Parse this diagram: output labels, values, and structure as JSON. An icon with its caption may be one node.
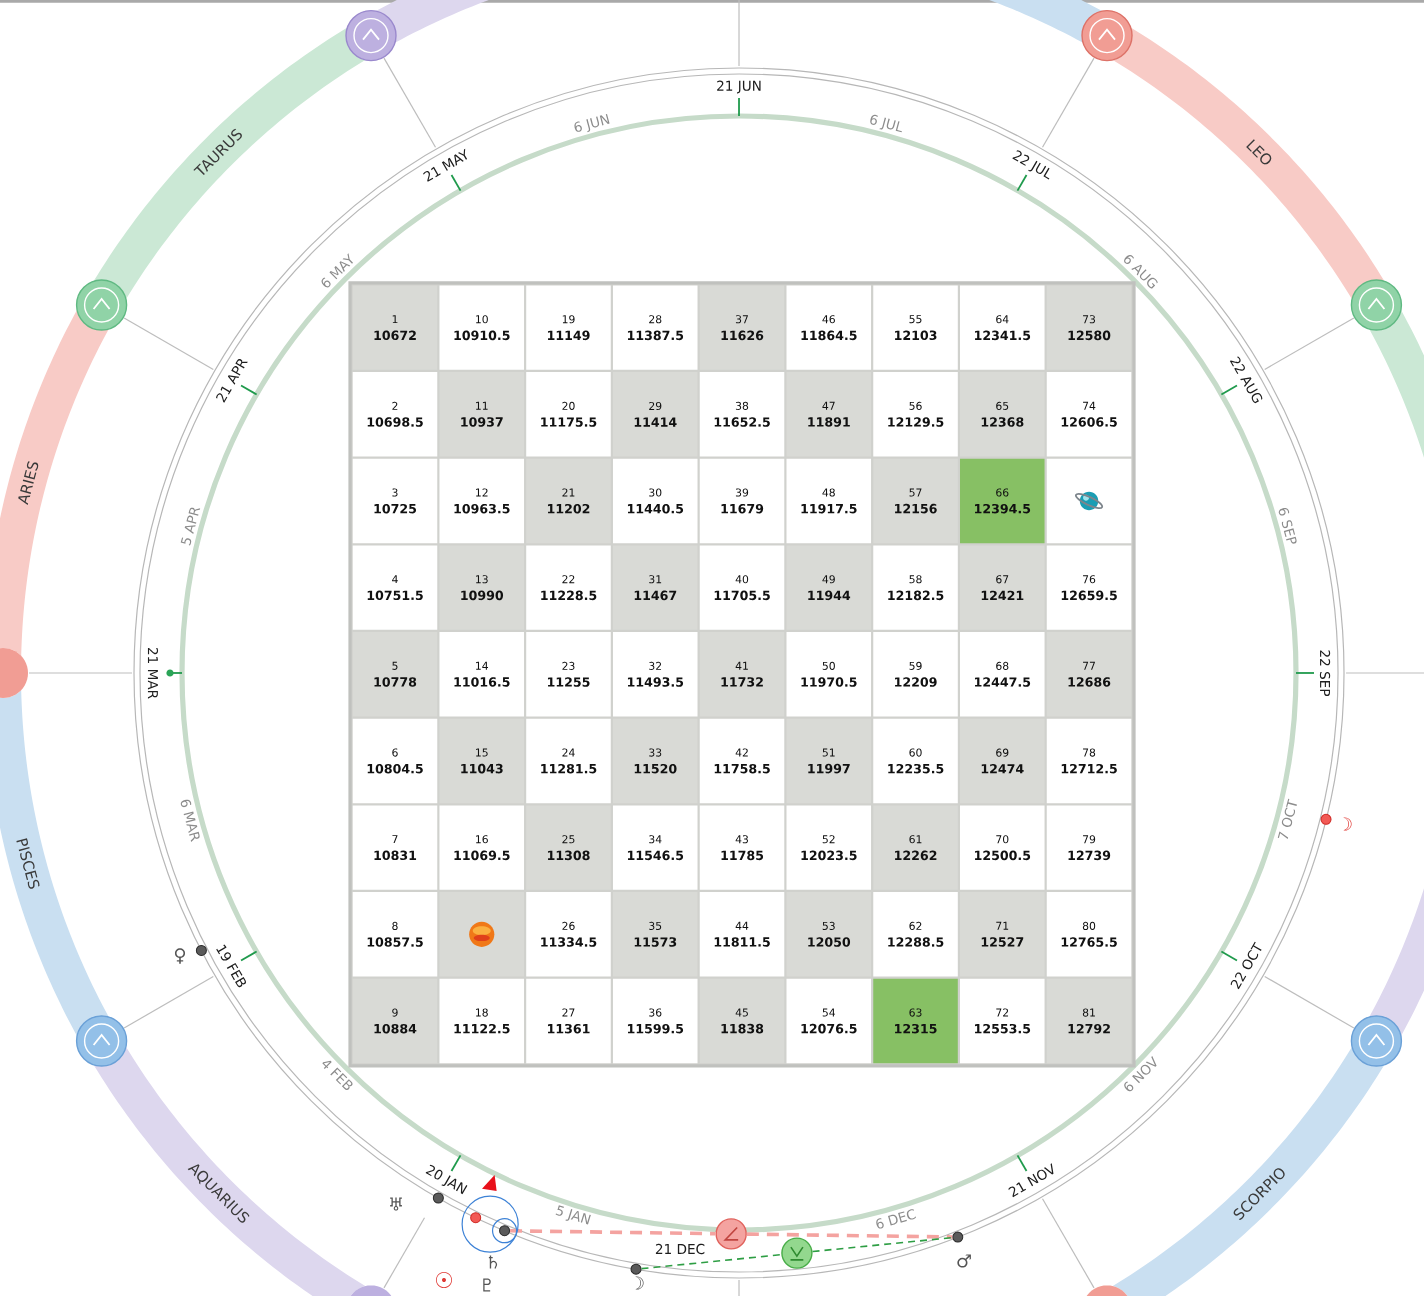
{
  "diagram": {
    "nodes": [
      {
        "text": [],
        "shape": "box"
      },
      {
        "text": [
          "1",
          "10672"
        ],
        "in": 0
      },
      {
        "text": [
          "10",
          "10910.5"
        ],
        "in": 0
      },
      {
        "text": [
          "19",
          "11149"
        ],
        "in": 0
      },
      {
        "text": [
          "28",
          "11387.5"
        ],
        "in": 0
      },
      {
        "text": [
          "37",
          "11626"
        ],
        "in": 0
      },
      {
        "text": [
          "46",
          "11864.5"
        ],
        "in": 0
      },
      {
        "text": [
          "55",
          "12103"
        ],
        "in": 0
      },
      {
        "text": [
          "64",
          "12341.5"
        ],
        "in": 0
      },
      {
        "text": [
          "73",
          "12580"
        ],
        "in": 0
      },
      {
        "text": [
          "2",
          "10698.5"
        ],
        "in": 0
      },
      {
        "text": [
          "11",
          "10937"
        ],
        "in": 0
      },
      {
        "text": [
          "20",
          "11175.5"
        ],
        "in": 0
      },
      {
        "text": [
          "29",
          "11414"
        ],
        "in": 0
      },
      {
        "text": [
          "38",
          "11652.5"
        ],
        "in": 0
      },
      {
        "text": [
          "47",
          "11891"
        ],
        "in": 0
      },
      {
        "text": [
          "56",
          "12129.5"
        ],
        "in": 0
      },
      {
        "text": [
          "65",
          "12368"
        ],
        "in": 0
      },
      {
        "text": [
          "74",
          "12606.5"
        ],
        "in": 0
      },
      {
        "text": [
          "3",
          "10725"
        ],
        "in": 0
      },
      {
        "text": [
          "12",
          "10963.5"
        ],
        "in": 0
      },
      {
        "text": [
          "21",
          "11202"
        ],
        "in": 0
      },
      {
        "text": [
          "30",
          "11440.5"
        ],
        "in": 0
      },
      {
        "text": [
          "39",
          "11679"
        ],
        "in": 0
      },
      {
        "text": [
          "48",
          "11917.5"
        ],
        "in": 0
      },
      {
        "text": [
          "57",
          "12156"
        ],
        "in": 0
      },
      {
        "text": [
          "66",
          "12394.5"
        ],
        "in": 0
      },
      {
        "text": [],
        "shape": "box",
        "in": 0
      },
      {
        "text": [
          "4",
          "10751.5"
        ],
        "in": 0
      },
      {
        "text": [
          "13",
          "10990"
        ],
        "in": 0
      },
      {
        "text": [
          "22",
          "11228.5"
        ],
        "in": 0
      },
      {
        "text": [
          "31",
          "11467"
        ],
        "in": 0
      },
      {
        "text": [
          "40",
          "11705.5"
        ],
        "in": 0
      },
      {
        "text": [
          "49",
          "11944"
        ],
        "in": 0
      },
      {
        "text": [
          "58",
          "12182.5"
        ],
        "in": 0
      },
      {
        "text": [
          "67",
          "12421"
        ],
        "in": 0
      },
      {
        "text": [
          "76",
          "12659.5"
        ],
        "in": 0
      },
      {
        "text": [
          "5",
          "10778"
        ],
        "in": 0
      },
      {
        "text": [
          "14",
          "11016.5"
        ],
        "in": 0
      },
      {
        "text": [
          "23",
          "11255"
        ],
        "in": 0
      },
      {
        "text": [
          "32",
          "11493.5"
        ],
        "in": 0
      },
      {
        "text": [
          "41",
          "11732"
        ],
        "in": 0
      },
      {
        "text": [
          "50",
          "11970.5"
        ],
        "in": 0
      },
      {
        "text": [
          "59",
          "12209"
        ],
        "in": 0
      },
      {
        "text": [
          "68",
          "12447.5"
        ],
        "in": 0
      },
      {
        "text": [
          "77",
          "12686"
        ],
        "in": 0
      },
      {
        "text": [
          "6",
          "10804.5"
        ],
        "in": 0
      },
      {
        "text": [
          "15",
          "11043"
        ],
        "in": 0
      },
      {
        "text": [
          "24",
          "11281.5"
        ],
        "in": 0
      },
      {
        "text": [
          "33",
          "11520"
        ],
        "in": 0
      },
      {
        "text": [
          "42",
          "11758.5"
        ],
        "in": 0
      },
      {
        "text": [
          "51",
          "11997"
        ],
        "in": 0
      },
      {
        "text": [
          "60",
          "12235.5"
        ],
        "in": 0
      },
      {
        "text": [
          "69",
          "12474"
        ],
        "in": 0
      },
      {
        "text": [
          "78",
          "12712.5"
        ],
        "in": 0
      },
      {
        "text": [
          "7",
          "10831"
        ],
        "in": 0
      },
      {
        "text": [
          "16",
          "11069.5"
        ],
        "in": 0
      },
      {
        "text": [
          "25",
          "11308"
        ],
        "in": 0
      },
      {
        "text": [
          "34",
          "11546.5"
        ],
        "in": 0
      },
      {
        "text": [
          "43",
          "11785"
        ],
        "in": 0
      },
      {
        "text": [
          "52",
          "12023.5"
        ],
        "in": 0
      },
      {
        "text": [
          "61",
          "12262"
        ],
        "in": 0
      },
      {
        "text": [
          "70",
          "12500.5"
        ],
        "in": 0
      },
      {
        "text": [
          "79",
          "12739"
        ],
        "in": 0
      },
      {
        "text": [
          "8",
          "10857.5"
        ],
        "in": 0
      },
      {
        "text": [],
        "shape": "box",
        "in": 0
      },
      {
        "text": [
          "26",
          "11334.5"
        ],
        "in": 0
      },
      {
        "text": [
          "35",
          "11573"
        ],
        "in": 0
      },
      {
        "text": [
          "44",
          "11811.5"
        ],
        "in": 0
      },
      {
        "text": [
          "53",
          "12050"
        ],
        "in": 0
      },
      {
        "text": [
          "62",
          "12288.5"
        ],
        "in": 0
      },
      {
        "text": [
          "71",
          "12527"
        ],
        "in": 0
      },
      {
        "text": [
          "80",
          "12765.5"
        ],
        "in": 0
      },
      {
        "text": [
          "9",
          "10884"
        ],
        "in": 0
      },
      {
        "text": [
          "18",
          "11122.5"
        ],
        "in": 0
      },
      {
        "text": [
          "27",
          "11361"
        ],
        "in": 0
      },
      {
        "text": [
          "36",
          "11599.5"
        ],
        "in": 0
      },
      {
        "text": [
          "45",
          "11838"
        ],
        "in": 0
      },
      {
        "text": [
          "54",
          "12076.5"
        ],
        "in": 0
      },
      {
        "text": [
          "63",
          "12315"
        ],
        "in": 0
      },
      {
        "text": [
          "72",
          "12553.5"
        ],
        "in": 0
      },
      {
        "text": [
          "81",
          "12792"
        ],
        "in": 0
      },
      {
        "text": [],
        "shape": "band"
      },
      {
        "text": [],
        "shape": "band"
      },
      {
        "text": [
          "TAURUS"
        ]
      },
      {
        "text": [
          "LEO"
        ]
      },
      {
        "text": [],
        "shape": "band"
      },
      {
        "text": [
          "ARIES"
        ]
      },
      {
        "text": [
          "PISCES"
        ]
      },
      {
        "text": [],
        "shape": "band"
      },
      {
        "text": [
          "AQUARIUS"
        ]
      },
      {
        "text": [
          "SCORPIO"
        ]
      },
      {
        "text": [],
        "shape": "circle",
        "beside": [
          "☽"
        ]
      },
      {
        "text": [],
        "shape": "circle",
        "beside": [
          "♀"
        ]
      },
      {
        "text": [],
        "shape": "circle",
        "beside": [
          "♅"
        ]
      },
      {
        "text": [],
        "shape": "circle",
        "beside": [
          "☉"
        ]
      },
      {
        "text": [],
        "shape": "circle",
        "beside": [
          "♄",
          "♇"
        ]
      },
      {
        "text": [],
        "shape": "circle",
        "beside": [
          "☽"
        ]
      },
      {
        "text": [],
        "shape": "circle",
        "beside": [
          "♂"
        ]
      },
      {
        "text": [],
        "shape": "circle"
      },
      {
        "text": [],
        "shape": "circle"
      }
    ],
    "edges": [
      {
        "from": 96,
        "to": 99,
        "arrow": "none",
        "style": "dashed",
        "color": "#f4a3a0"
      },
      {
        "from": 99,
        "to": 98,
        "arrow": "none",
        "style": "dashed",
        "color": "#f4a3a0"
      },
      {
        "from": 97,
        "to": 100,
        "arrow": "none",
        "style": "dashed",
        "color": "#2e9e44"
      },
      {
        "from": 100,
        "to": 98,
        "arrow": "none",
        "style": "dashed",
        "color": "#2e9e44"
      }
    ],
    "labels": [
      "21 JUN",
      "6 JUN",
      "6 JUL",
      "21 MAY",
      "22 JUL",
      "6 MAY",
      "6 AUG",
      "21 APR",
      "22 AUG",
      "5 APR",
      "6 SEP",
      "21 MAR",
      "22 SEP",
      "6 MAR",
      "7 OCT",
      "19 FEB",
      "22 OCT",
      "4 FEB",
      "6 NOV",
      "20 JAN",
      "21 NOV",
      "5 JAN",
      "6 DEC",
      "21 DEC"
    ]
  }
}
